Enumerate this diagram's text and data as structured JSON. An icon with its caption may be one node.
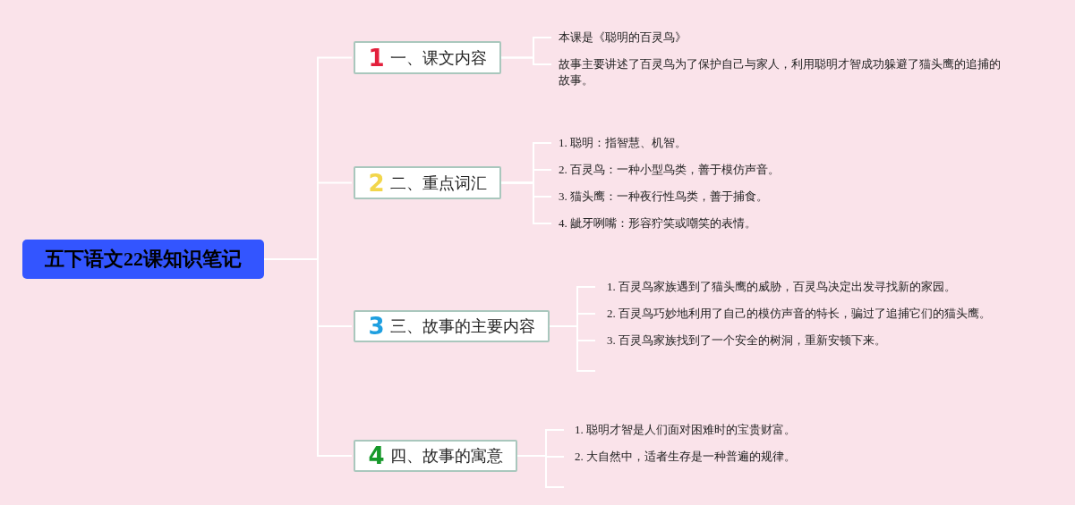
{
  "diagram": {
    "nodes": [
      {
        "text": [
          "五下语文22课知识笔记"
        ]
      },
      {
        "text": [
          "1",
          "一、课文内容"
        ]
      },
      {
        "text": [
          "2",
          "二、重点词汇"
        ]
      },
      {
        "text": [
          "3",
          "三、故事的主要内容"
        ]
      },
      {
        "text": [
          "4",
          "四、故事的寓意"
        ]
      },
      {
        "text": [
          "本课是《聪明的百灵鸟》"
        ]
      },
      {
        "text": [
          "故事主要讲述了百灵鸟为了保护自己与家人，利用聪明才智成功躲避了猫头鹰的追捕的故事。"
        ]
      },
      {
        "text": [
          "1. 聪明：指智慧、机智。"
        ]
      },
      {
        "text": [
          "2. 百灵鸟：一种小型鸟类，善于模仿声音。"
        ]
      },
      {
        "text": [
          "3. 猫头鹰：一种夜行性鸟类，善于捕食。"
        ]
      },
      {
        "text": [
          "4. 龇牙咧嘴：形容狞笑或嘲笑的表情。"
        ]
      },
      {
        "text": [
          "1. 百灵鸟家族遇到了猫头鹰的威胁，百灵鸟决定出发寻找新的家园。"
        ]
      },
      {
        "text": [
          "2. 百灵鸟巧妙地利用了自己的模仿声音的特长，骗过了追捕它们的猫头鹰。"
        ]
      },
      {
        "text": [
          "3. 百灵鸟家族找到了一个安全的树洞，重新安顿下来。"
        ]
      },
      {
        "text": [
          "1. 聪明才智是人们面对困难时的宝贵财富。"
        ]
      },
      {
        "text": [
          "2. 大自然中，适者生存是一种普遍的规律。"
        ]
      }
    ],
    "edges": [
      {
        "from": 0,
        "to": 1,
        "arrow": "none"
      },
      {
        "from": 0,
        "to": 2,
        "arrow": "none"
      },
      {
        "from": 0,
        "to": 3,
        "arrow": "none"
      },
      {
        "from": 0,
        "to": 4,
        "arrow": "none"
      },
      {
        "from": 1,
        "to": 5,
        "arrow": "none"
      },
      {
        "from": 1,
        "to": 6,
        "arrow": "none"
      },
      {
        "from": 2,
        "to": 7,
        "arrow": "none"
      },
      {
        "from": 2,
        "to": 8,
        "arrow": "none"
      },
      {
        "from": 2,
        "to": 9,
        "arrow": "none"
      },
      {
        "from": 2,
        "to": 10,
        "arrow": "none"
      },
      {
        "from": 3,
        "to": 11,
        "arrow": "none"
      },
      {
        "from": 3,
        "to": 12,
        "arrow": "none"
      },
      {
        "from": 3,
        "to": 13,
        "arrow": "none"
      },
      {
        "from": 3,
        "to": null,
        "arrow": "none"
      },
      {
        "from": 4,
        "to": 14,
        "arrow": "none"
      },
      {
        "from": 4,
        "to": 15,
        "arrow": "none"
      },
      {
        "from": 4,
        "to": null,
        "arrow": "none"
      }
    ]
  }
}
